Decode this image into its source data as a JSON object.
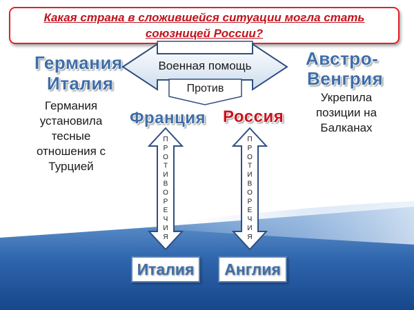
{
  "title": "Какая страна в сложившейся ситуации могла стать союзницей России?",
  "left_heading": [
    "Германия",
    "Италия"
  ],
  "left_note": [
    "Германия",
    "установила",
    "тесные",
    "отношения с",
    "Турцией"
  ],
  "right_heading": [
    "Австро-",
    "Венгрия"
  ],
  "right_note": [
    "Укрепила",
    "позиции на",
    "Балканах"
  ],
  "center_arrow_label": "Военная помощь",
  "against_label": "Против",
  "france_label": "Франция",
  "russia_label": "Россия",
  "vertical_arrow_letters": [
    "П",
    "Р",
    "О",
    "Т",
    "И",
    "В",
    "О",
    "Р",
    "Е",
    "Ч",
    "И",
    "Я"
  ],
  "bottom_left_box": "Италия",
  "bottom_right_box": "Англия",
  "colors": {
    "title_red": "#c0141e",
    "heading_blue": "#3f6ea8",
    "russia_red": "#c8141e",
    "arrow_fill": "#dbe6f3",
    "arrow_stroke": "#2f4f7f"
  }
}
